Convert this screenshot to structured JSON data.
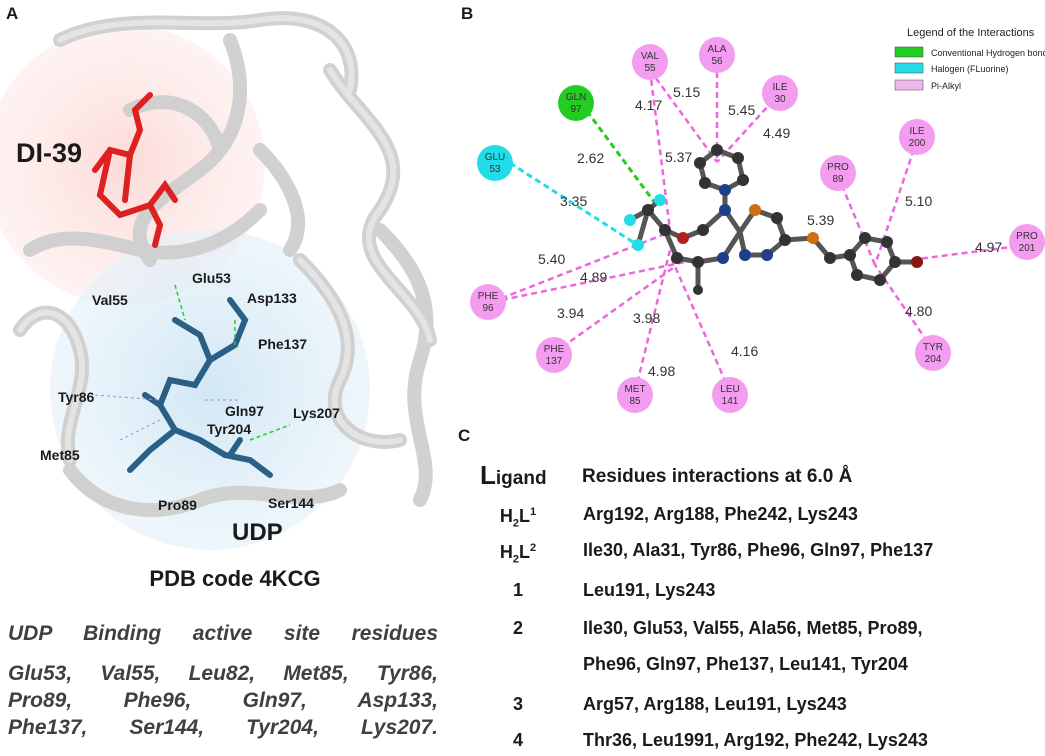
{
  "panel_a": {
    "letter": "A",
    "ligand_label": "DI-39",
    "udp_label": "UDP",
    "residues": [
      "Glu53",
      "Val55",
      "Asp133",
      "Phe137",
      "Tyr86",
      "Gln97",
      "Tyr204",
      "Lys207",
      "Met85",
      "Pro89",
      "Ser144"
    ],
    "pdb_caption": "PDB code 4KCG",
    "udp_title": "UDP Binding active site residues",
    "udp_lines": [
      "Glu53, Val55, Leu82, Met85, Tyr86,",
      "Pro89, Phe96, Gln97, Asp133,",
      "Phe137, Ser144, Tyr204, Lys207."
    ]
  },
  "panel_b": {
    "letter": "B",
    "legend_title": "Legend of the Interactions",
    "legend": [
      {
        "label": "Conventional Hydrogen bond",
        "color": "#22cc22"
      },
      {
        "label": "Halogen (FLuorine)",
        "color": "#22dde8"
      },
      {
        "label": "Pi-Alkyl",
        "color": "#f0b8ec"
      }
    ],
    "residues": [
      {
        "line1": "VAL",
        "line2": "55"
      },
      {
        "line1": "ALA",
        "line2": "56"
      },
      {
        "line1": "ILE",
        "line2": "30"
      },
      {
        "line1": "GLN",
        "line2": "97"
      },
      {
        "line1": "GLU",
        "line2": "53"
      },
      {
        "line1": "ILE",
        "line2": "200"
      },
      {
        "line1": "PRO",
        "line2": "89"
      },
      {
        "line1": "PRO",
        "line2": "201"
      },
      {
        "line1": "PHE",
        "line2": "96"
      },
      {
        "line1": "PHE",
        "line2": "137"
      },
      {
        "line1": "MET",
        "line2": "85"
      },
      {
        "line1": "LEU",
        "line2": "141"
      },
      {
        "line1": "TYR",
        "line2": "204"
      }
    ],
    "distances": [
      "4.17",
      "5.15",
      "5.45",
      "4.49",
      "2.62",
      "5.37",
      "3.35",
      "5.10",
      "5.39",
      "4.97",
      "5.40",
      "4.89",
      "3.94",
      "3.98",
      "4.80",
      "4.16",
      "4.98"
    ]
  },
  "panel_c": {
    "letter": "C",
    "header_ligand_first": "L",
    "header_ligand_rest": "igand",
    "header_residues": "Residues interactions at 6.0 Å",
    "rows": [
      {
        "ligand": "H",
        "sub": "2",
        "mid": "L",
        "sup": "1",
        "residues": "Arg192, Arg188, Phe242, Lys243"
      },
      {
        "ligand": "H",
        "sub": "2",
        "mid": "L",
        "sup": "2",
        "residues": "Ile30, Ala31, Tyr86, Phe96, Gln97, Phe137"
      },
      {
        "ligand": "1",
        "sub": "",
        "mid": "",
        "sup": "",
        "residues": "Leu191, Lys243"
      },
      {
        "ligand": "2",
        "sub": "",
        "mid": "",
        "sup": "",
        "residues": "Ile30, Glu53, Val55, Ala56, Met85, Pro89,"
      },
      {
        "ligand": "",
        "sub": "",
        "mid": "",
        "sup": "",
        "residues": "Phe96, Gln97, Phe137, Leu141, Tyr204"
      },
      {
        "ligand": "3",
        "sub": "",
        "mid": "",
        "sup": "",
        "residues": "Arg57, Arg188, Leu191, Lys243"
      },
      {
        "ligand": "4",
        "sub": "",
        "mid": "",
        "sup": "",
        "residues": "Thr36, Leu1991, Arg192, Phe242, Lys243"
      }
    ]
  },
  "colors": {
    "pi_alkyl": "#ee66dd",
    "residue_fill": "#f49cf0",
    "hbond": "#22cc22",
    "halogen": "#22dde8",
    "ligand_red": "#dd2020",
    "udp_blue": "#2a5f86"
  }
}
